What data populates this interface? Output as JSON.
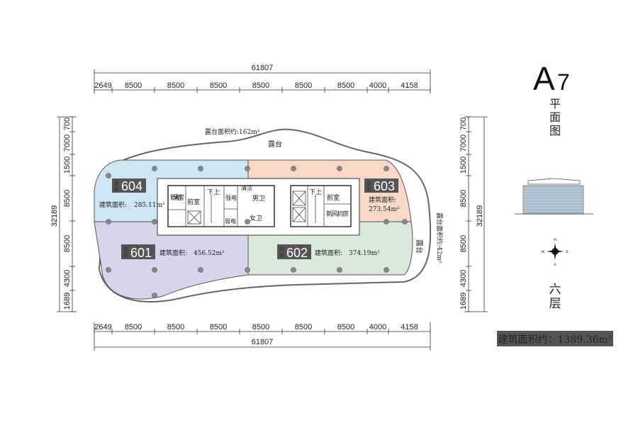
{
  "title": {
    "building": "A",
    "building_num": "7",
    "subtitle": "平面图",
    "floor": "六层"
  },
  "total_area": "建筑面积约：1389.36m²",
  "colors": {
    "unit_604": "#cfe7f5",
    "unit_603": "#f8d9c8",
    "unit_601": "#d7d5ea",
    "unit_602": "#d9e9dc",
    "label_bg": "#555555"
  },
  "dimensions": {
    "top_total": "61807",
    "top_segments": [
      "2649",
      "8500",
      "8500",
      "8500",
      "8500",
      "8500",
      "8500",
      "4000",
      "4158"
    ],
    "bottom_total": "61807",
    "bottom_segments": [
      "2649",
      "8500",
      "8500",
      "8500",
      "8500",
      "8500",
      "8500",
      "4000",
      "4158"
    ],
    "left_total": "32189",
    "left_segments": [
      "700",
      "7000",
      "1500",
      "8500",
      "8500",
      "4300",
      "1689"
    ],
    "right_total": "32189",
    "right_segments": [
      "700",
      "7000",
      "1500",
      "8500",
      "8500",
      "4300",
      "1689"
    ]
  },
  "terraces": {
    "north_area": "露台面积约:162m²",
    "north_label": "露台",
    "east_area": "露台面积约:42m²",
    "east_label": "露台"
  },
  "units": [
    {
      "prefix": "办公",
      "number": "604",
      "area_label": "建筑面积:",
      "area": "285.11m²"
    },
    {
      "prefix": "办公",
      "number": "603",
      "area_label": "建筑面积:",
      "area": "273.54m²"
    },
    {
      "prefix": "办公",
      "number": "601",
      "area_label": "建筑面积:",
      "area": "456.52m²"
    },
    {
      "prefix": "办公",
      "number": "602",
      "area_label": "建筑面积:",
      "area": "374.19m²"
    }
  ],
  "core_rooms": {
    "fresh_air_1": "新风机房",
    "lobby_1": "前室",
    "stair_1": "下上",
    "strong_elec": "强电",
    "weak_elec": "弱电",
    "cleaning": "清洁",
    "men": "男卫",
    "women": "女卫",
    "stair_2": "下上",
    "lobby_2": "前室",
    "fresh_air_2": "新风机房"
  },
  "compass": {
    "n": "N",
    "s": "S",
    "e": "E",
    "w": "W"
  }
}
